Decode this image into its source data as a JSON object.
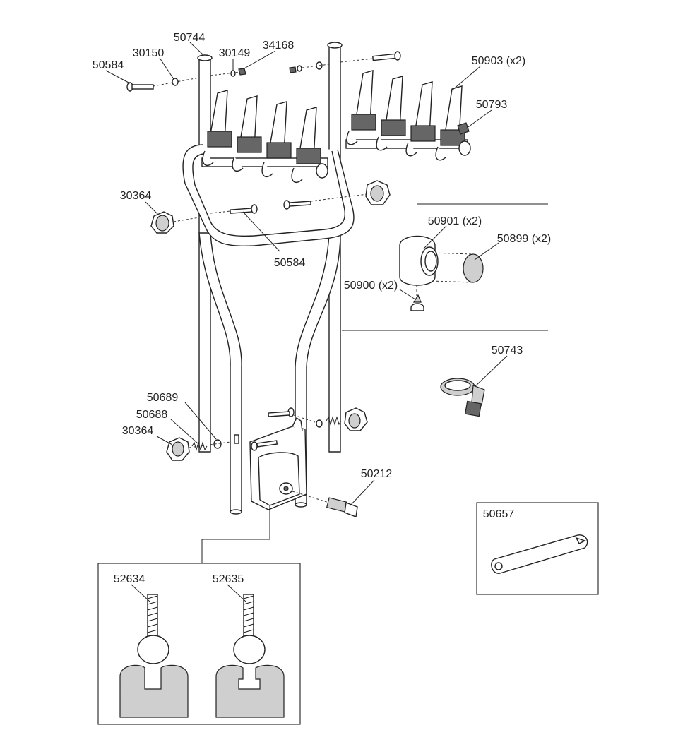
{
  "parts": {
    "p50744": "50744",
    "p30150": "30150",
    "p30149": "30149",
    "p34168": "34168",
    "p50584_top": "50584",
    "p50903": "50903 (x2)",
    "p50793": "50793",
    "p30364_top": "30364",
    "p50584_mid": "50584",
    "p50901": "50901 (x2)",
    "p50899": "50899 (x2)",
    "p50900": "50900 (x2)",
    "p50743": "50743",
    "p50689": "50689",
    "p50688": "50688",
    "p30364_bottom": "30364",
    "p50212": "50212",
    "p50657": "50657",
    "p52634": "52634",
    "p52635": "52635"
  }
}
